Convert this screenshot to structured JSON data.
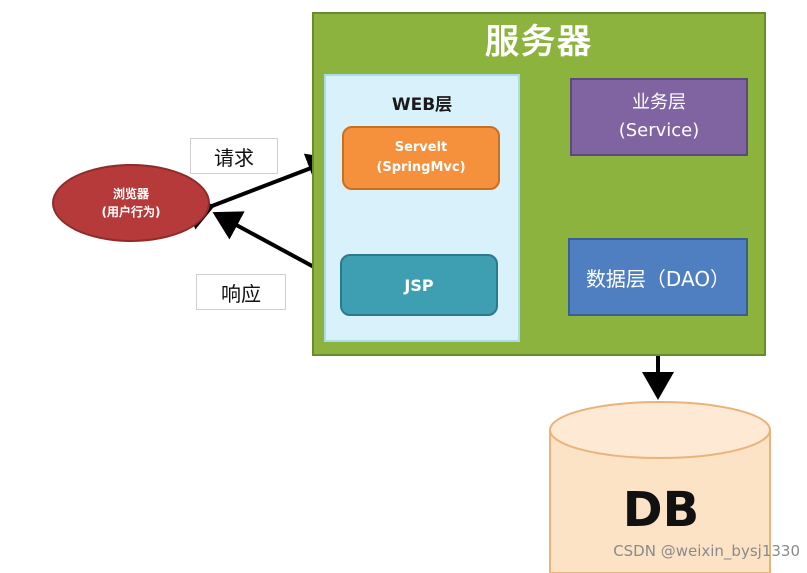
{
  "server": {
    "title": "服务器"
  },
  "web_layer": {
    "title": "WEB层",
    "servlet": {
      "line1": "Servelt",
      "line2": "(SpringMvc)"
    },
    "jsp": {
      "label": "JSP"
    }
  },
  "business_layer": {
    "line1": "业务层",
    "line2": "(Service)"
  },
  "data_layer": {
    "label": "数据层（DAO）"
  },
  "browser": {
    "line1": "浏览器",
    "line2": "(用户行为)"
  },
  "labels": {
    "request": "请求",
    "response": "响应"
  },
  "database": {
    "label": "DB"
  },
  "watermark": "CSDN @weixin_bysj1330",
  "colors": {
    "server_bg": "#8db33f",
    "web_layer_bg": "#d8f1fb",
    "servlet_bg": "#f5913d",
    "jsp_bg": "#3e9fb2",
    "business_bg": "#8064a2",
    "data_bg": "#4f7fc0",
    "browser_bg": "#b73a3a",
    "db_bg": "#fde3c6"
  }
}
